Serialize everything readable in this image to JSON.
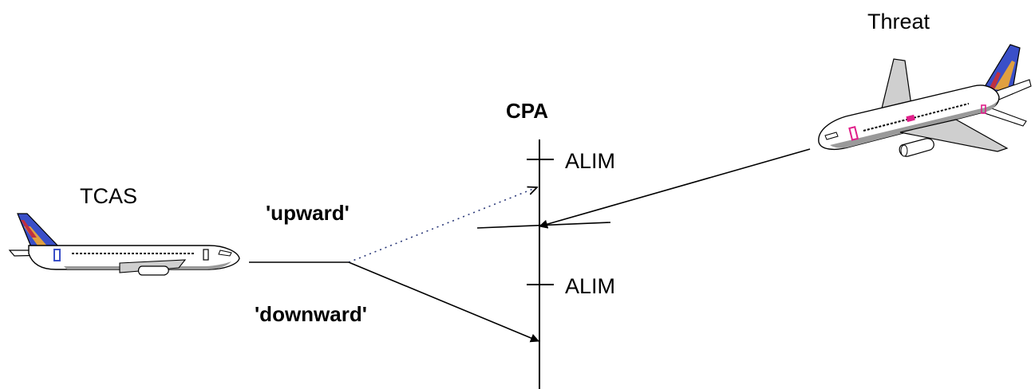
{
  "labels": {
    "threat": "Threat",
    "cpa": "CPA",
    "tcas": "TCAS",
    "alim_upper": "ALIM",
    "alim_lower": "ALIM",
    "upward": "'upward'",
    "downward": "'downward'"
  },
  "colors": {
    "line": "#000000",
    "dotted_line": "#2c3a7a",
    "tail_blue": "#3a4fc8",
    "tail_orange": "#e0a040",
    "tail_red": "#c03040",
    "marking_magenta": "#e0208a",
    "fuselage": "#ffffff",
    "belly": "#9a9a9a"
  }
}
